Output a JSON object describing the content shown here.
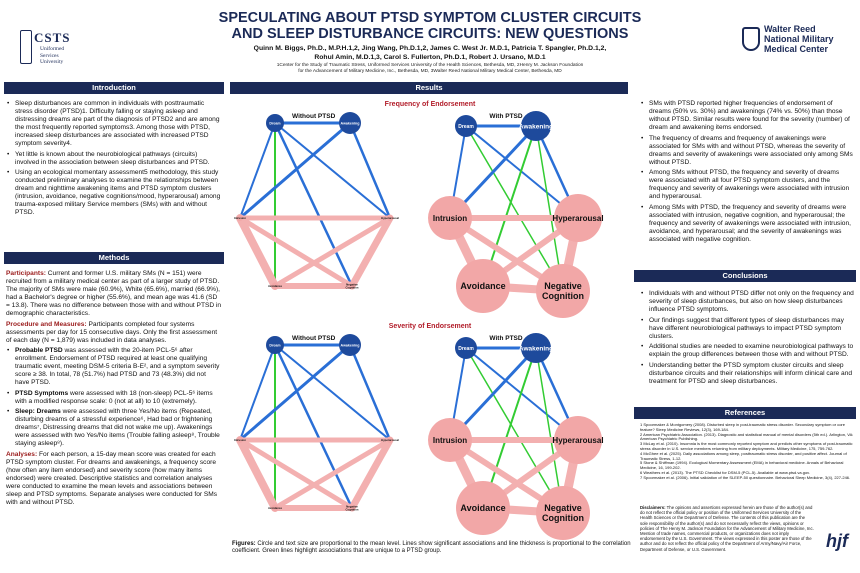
{
  "header": {
    "left_logo": {
      "word": "CSTS",
      "sub": [
        "Uniformed",
        "Services",
        "University"
      ]
    },
    "title_line1": "SPECULATING ABOUT PTSD SYMPTOM CLUSTER CIRCUITS",
    "title_line2": "AND SLEEP DISTURBANCE CIRCUITS: NEW QUESTIONS",
    "authors_line1": "Quinn M. Biggs, Ph.D., M.P.H.1,2, Jing Wang, Ph.D.1,2, James C. West Jr. M.D.1, Patricia T. Spangler, Ph.D.1,2,",
    "authors_line2": "Rohul Amin, M.D.1,3, Carol S. Fullerton, Ph.D.1, Robert J. Ursano, M.D.1",
    "affil_line1": "1Center for the Study of Traumatic Stress, Uniformed Services University of the Health Sciences, Bethesda, MD, 2Henry M. Jackson Foundation",
    "affil_line2": "for the Advancement of Military Medicine, Inc., Bethesda, MD, 3Walter Reed National Military Medical Center, Bethesda, MD",
    "right_logo": [
      "Walter Reed",
      "National Military",
      "Medical Center"
    ]
  },
  "sections": {
    "introduction": "Introduction",
    "methods": "Methods",
    "results": "Results",
    "conclusions": "Conclusions",
    "references": "References"
  },
  "intro_bullets": [
    "Sleep disturbances are common in individuals with posttraumatic stress disorder (PTSD)1. Difficulty falling or staying asleep and distressing dreams are part of the diagnosis of PTSD2 and are among the most frequently reported symptoms3. Among those with PTSD, increased sleep disturbances are associated with increased PTSD symptom severity4.",
    "Yet little is known about the neurobiological pathways (circuits) involved in the association between sleep disturbances and PTSD.",
    "Using an ecological momentary assessment5 methodology, this study conducted preliminary analyses to examine the relationships between dream and nighttime awakening items and PTSD symptom clusters (intrusion, avoidance, negative cognitions/mood, hyperarousal) among trauma-exposed military Service members (SMs) with and without PTSD."
  ],
  "methods": {
    "participants_label": "Participants:",
    "participants_text": " Current and former U.S. military SMs (N = 151) were recruited from a military medical center as part of a larger study of PTSD. The majority of SMs were male (60.9%), White (65.6%), married (66.9%), had a Bachelor's degree or higher (55.6%), and mean age was 41.6 (SD = 13.8). There was no difference between those with and without PTSD in demographic characteristics.",
    "procedure_label": "Procedure and Measures:",
    "procedure_text": " Participants completed four systems assessments per day for 15 consecutive days. Only the first assessment of each day (N = 1,879) was included in data analyses.",
    "bullets": [
      {
        "bold": "Probable PTSD",
        "text": " was assessed with the 20-item PCL-5⁶ after enrollment. Endorsement of PTSD required at least one qualifying traumatic event, meeting DSM-5 criteria B-E², and a symptom severity score ≥ 38. In total, 78 (51.7%) had PTSD and 73 (48.3%) did not have PTSD."
      },
      {
        "bold": "PTSD Symptoms",
        "text": " were assessed with 18 (non-sleep) PCL-5⁶ items with a modified response scale: 0 (not at all) to 10 (extremely)."
      },
      {
        "bold": "Sleep: Dreams",
        "text": " were assessed with three Yes/No items (Repeated, disturbing dreams of a stressful experience⁶, Had bad or frightening dreams⁷, Distressing dreams that did not wake me up). Awakenings were assessed with two Yes/No items (Trouble falling asleep⁸, Trouble staying asleep⁸)."
      }
    ],
    "analyses_label": "Analyses:",
    "analyses_text": " For each person, a 15-day mean score was created for each PTSD symptom cluster. For dreams and awakenings, a frequency score (how often any item endorsed) and severity score (how many items endorsed) were created. Descriptive statistics and correlation analyses were conducted to examine the mean levels and associations between sleep and PTSD symptoms. Separate analyses were conducted for SMs with and without PTSD."
  },
  "figure": {
    "freq_title": "Frequency of Endorsement",
    "sev_title": "Severity of Endorsement",
    "without_label": "Without PTSD",
    "with_label": "With PTSD",
    "nodes": {
      "dream": "Dream",
      "awakening": "Awakening",
      "intrusion": "Intrusion",
      "hyperarousal": "Hyperarousal",
      "avoidance": "Avoidance",
      "negative": "Negative",
      "cognition": "Cognition"
    },
    "caption_label": "Figures:",
    "caption_text": " Circle and text size are proportional to the mean level. Lines show significant associations and line thickness is proportional to the correlation coefficient. Green lines highlight associations that are unique to a PTSD group.",
    "colors": {
      "navy": "#1e4a9c",
      "pink": "#f2a7a7",
      "pink_line": "#f3b0b0",
      "blue_line": "#2a6fd6",
      "green_line": "#33cc33"
    }
  },
  "results_bullets": [
    "SMs with PTSD reported higher frequencies of endorsement of dreams (50% vs. 30%) and awakenings (74% vs. 50%) than those without PTSD. Similar results were found for the severity (number) of dream and awakening items endorsed.",
    "The frequency of dreams and frequency of awakenings were associated for SMs with and without PTSD, whereas the severity of dreams and severity of awakenings were associated only among SMs without PTSD.",
    "Among SMs without PTSD, the frequency and severity of dreams were associated with all four PTSD symptom clusters, and the frequency and severity of awakenings were associated with intrusion and hyperarousal.",
    "Among SMs with PTSD, the frequency and severity of dreams were associated with intrusion, negative cognition, and hyperarousal; the frequency and severity of awakenings were associated with intrusion, avoidance, and hyperarousal; and the severity of awakenings was associated with negative cognition."
  ],
  "conclusion_bullets": [
    "Individuals with and without PTSD differ not only on the frequency and severity of sleep disturbances, but also on how sleep disturbances influence PTSD symptoms.",
    "Our findings suggest that different types of sleep disturbances may have different neurobiological pathways to impact PTSD symptom clusters.",
    "Additional studies are needed to examine neurobiological pathways to explain the group differences between those with and without PTSD.",
    "Understanding better the PTSD symptom cluster circuits and sleep disturbance circuits and their relationships will inform clinical care and treatment for PTSD and sleep disturbances."
  ],
  "references": [
    "1 Spoormaker & Montgomery (2008). Disturbed sleep in post-traumatic stress disorder. Secondary symptom or core feature? Sleep Medicine Reviews, 12(3), 169-184.",
    "2 American Psychiatric Association. (2013). Diagnostic and statistical manual of mental disorders (5th ed.). Arlington, VA: American Psychiatric Publishing.",
    "3 McLay et al. (2010). Insomnia is the most commonly reported symptom and predicts other symptoms of post-traumatic stress disorder in U.S. service members returning from military deployments. Military Medicine, 175, 759-762.",
    "4 McGhee et al. (2025). Daily associations among sleep, posttraumatic stress disorder, and positive affect. Journal of Traumatic Stress, 1-12.",
    "5 Stone & Shiffman (1994). Ecological Momentary Assessment (EMA) in behavioral medicine. Annals of Behavioral Medicine, 16, 199-202.",
    "6 Weathers et al. (2013). The PTSD Checklist for DSM-5 (PCL-5). Available at www.ptsd.va.gov.",
    "7 Spoormaker et al. (2006). Initial validation of the SLEEP-50 questionnaire. Behavioral Sleep Medicine, 3(4), 227-246."
  ],
  "disclaimer_label": "Disclaimers:",
  "disclaimer_text": " The opinions and assertions expressed herein are those of the author(s) and do not reflect the official policy or position of the Uniformed Services University of the Health Sciences or the Department of Defense. The contents of this publication are the sole responsibility of the author(s) and do not necessarily reflect the views, opinions or policies of The Henry M. Jackson Foundation for the Advancement of Military Medicine, Inc. Mention of trade names, commercial products, or organizations does not imply endorsement by the U.S. Government. The views expressed in this poster are those of the author and do not reflect the official policy of the Department of Army/Navy/Air Force, Department of Defense, or U.S. Government.",
  "footer_logo": "hjf"
}
